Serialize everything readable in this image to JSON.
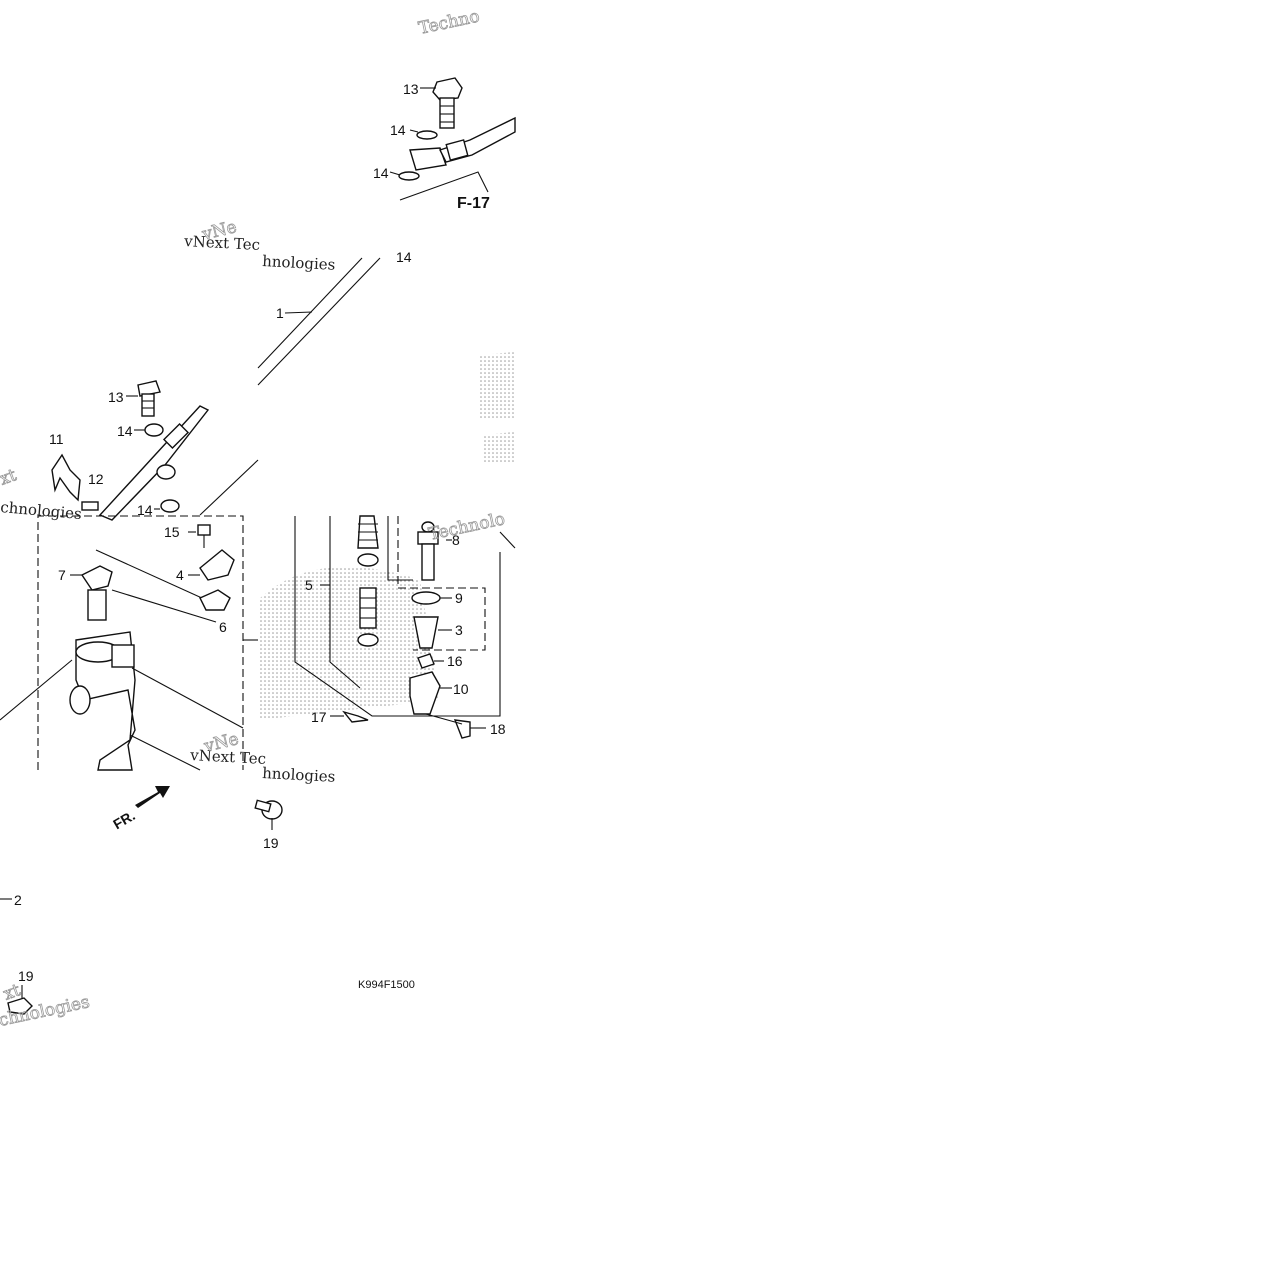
{
  "diagram": {
    "drawing_code": "K994F1500",
    "reference_label": "F-17",
    "direction_label": "FR.",
    "watermark_lines": [
      "vNext Tec",
      "hnologies",
      "Techno",
      "vNe",
      "xt",
      "chnologies",
      "Technolo"
    ],
    "callouts": [
      {
        "id": "c13a",
        "label": "13"
      },
      {
        "id": "c14a",
        "label": "14"
      },
      {
        "id": "c14b",
        "label": "14"
      },
      {
        "id": "c14c",
        "label": "14"
      },
      {
        "id": "c1",
        "label": "1"
      },
      {
        "id": "c13b",
        "label": "13"
      },
      {
        "id": "c14d",
        "label": "14"
      },
      {
        "id": "c11",
        "label": "11"
      },
      {
        "id": "c12",
        "label": "12"
      },
      {
        "id": "c14e",
        "label": "14"
      },
      {
        "id": "c15",
        "label": "15"
      },
      {
        "id": "c4",
        "label": "4"
      },
      {
        "id": "c7",
        "label": "7"
      },
      {
        "id": "c6",
        "label": "6"
      },
      {
        "id": "c5",
        "label": "5"
      },
      {
        "id": "c8",
        "label": "8"
      },
      {
        "id": "c9",
        "label": "9"
      },
      {
        "id": "c3",
        "label": "3"
      },
      {
        "id": "c16",
        "label": "16"
      },
      {
        "id": "c10",
        "label": "10"
      },
      {
        "id": "c17",
        "label": "17"
      },
      {
        "id": "c18",
        "label": "18"
      },
      {
        "id": "c19a",
        "label": "19"
      },
      {
        "id": "c2",
        "label": "2"
      },
      {
        "id": "c19b",
        "label": "19"
      }
    ]
  }
}
